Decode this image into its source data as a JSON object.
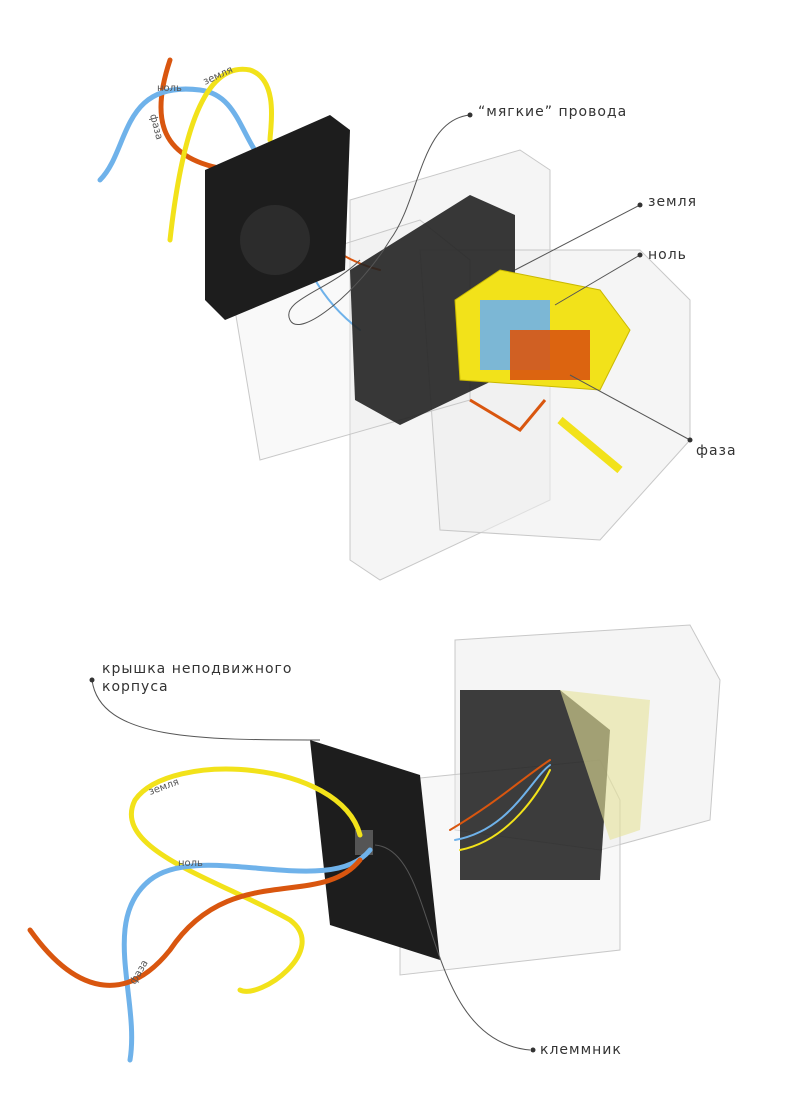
{
  "top": {
    "wire_labels": {
      "ground": "земля",
      "neutral": "ноль",
      "phase": "фаза"
    },
    "callouts": {
      "soft_wires": "“мягкие” провода",
      "ground": "земля",
      "neutral": "ноль",
      "phase": "фаза"
    }
  },
  "bottom": {
    "callouts": {
      "cover": "крышка неподвижного корпуса",
      "terminal": "клеммник"
    },
    "wire_labels": {
      "ground": "земля",
      "neutral": "ноль",
      "phase": "фаза"
    }
  },
  "colors": {
    "ground": "#f2e21a",
    "neutral": "#6fb2ea",
    "phase": "#d9560f",
    "body": "#1d1d1d",
    "housing": "#e6e6e6"
  }
}
